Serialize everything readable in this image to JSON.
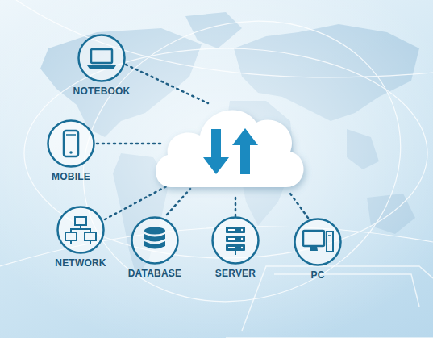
{
  "diagram": {
    "nodes": [
      {
        "text": [
          "NOTEBOOK"
        ]
      },
      {
        "text": [
          "MOBILE"
        ]
      },
      {
        "text": [
          "NETWORK"
        ]
      },
      {
        "text": [
          "DATABASE"
        ]
      },
      {
        "text": [
          "SERVER"
        ]
      },
      {
        "text": [
          "PC"
        ]
      }
    ]
  }
}
